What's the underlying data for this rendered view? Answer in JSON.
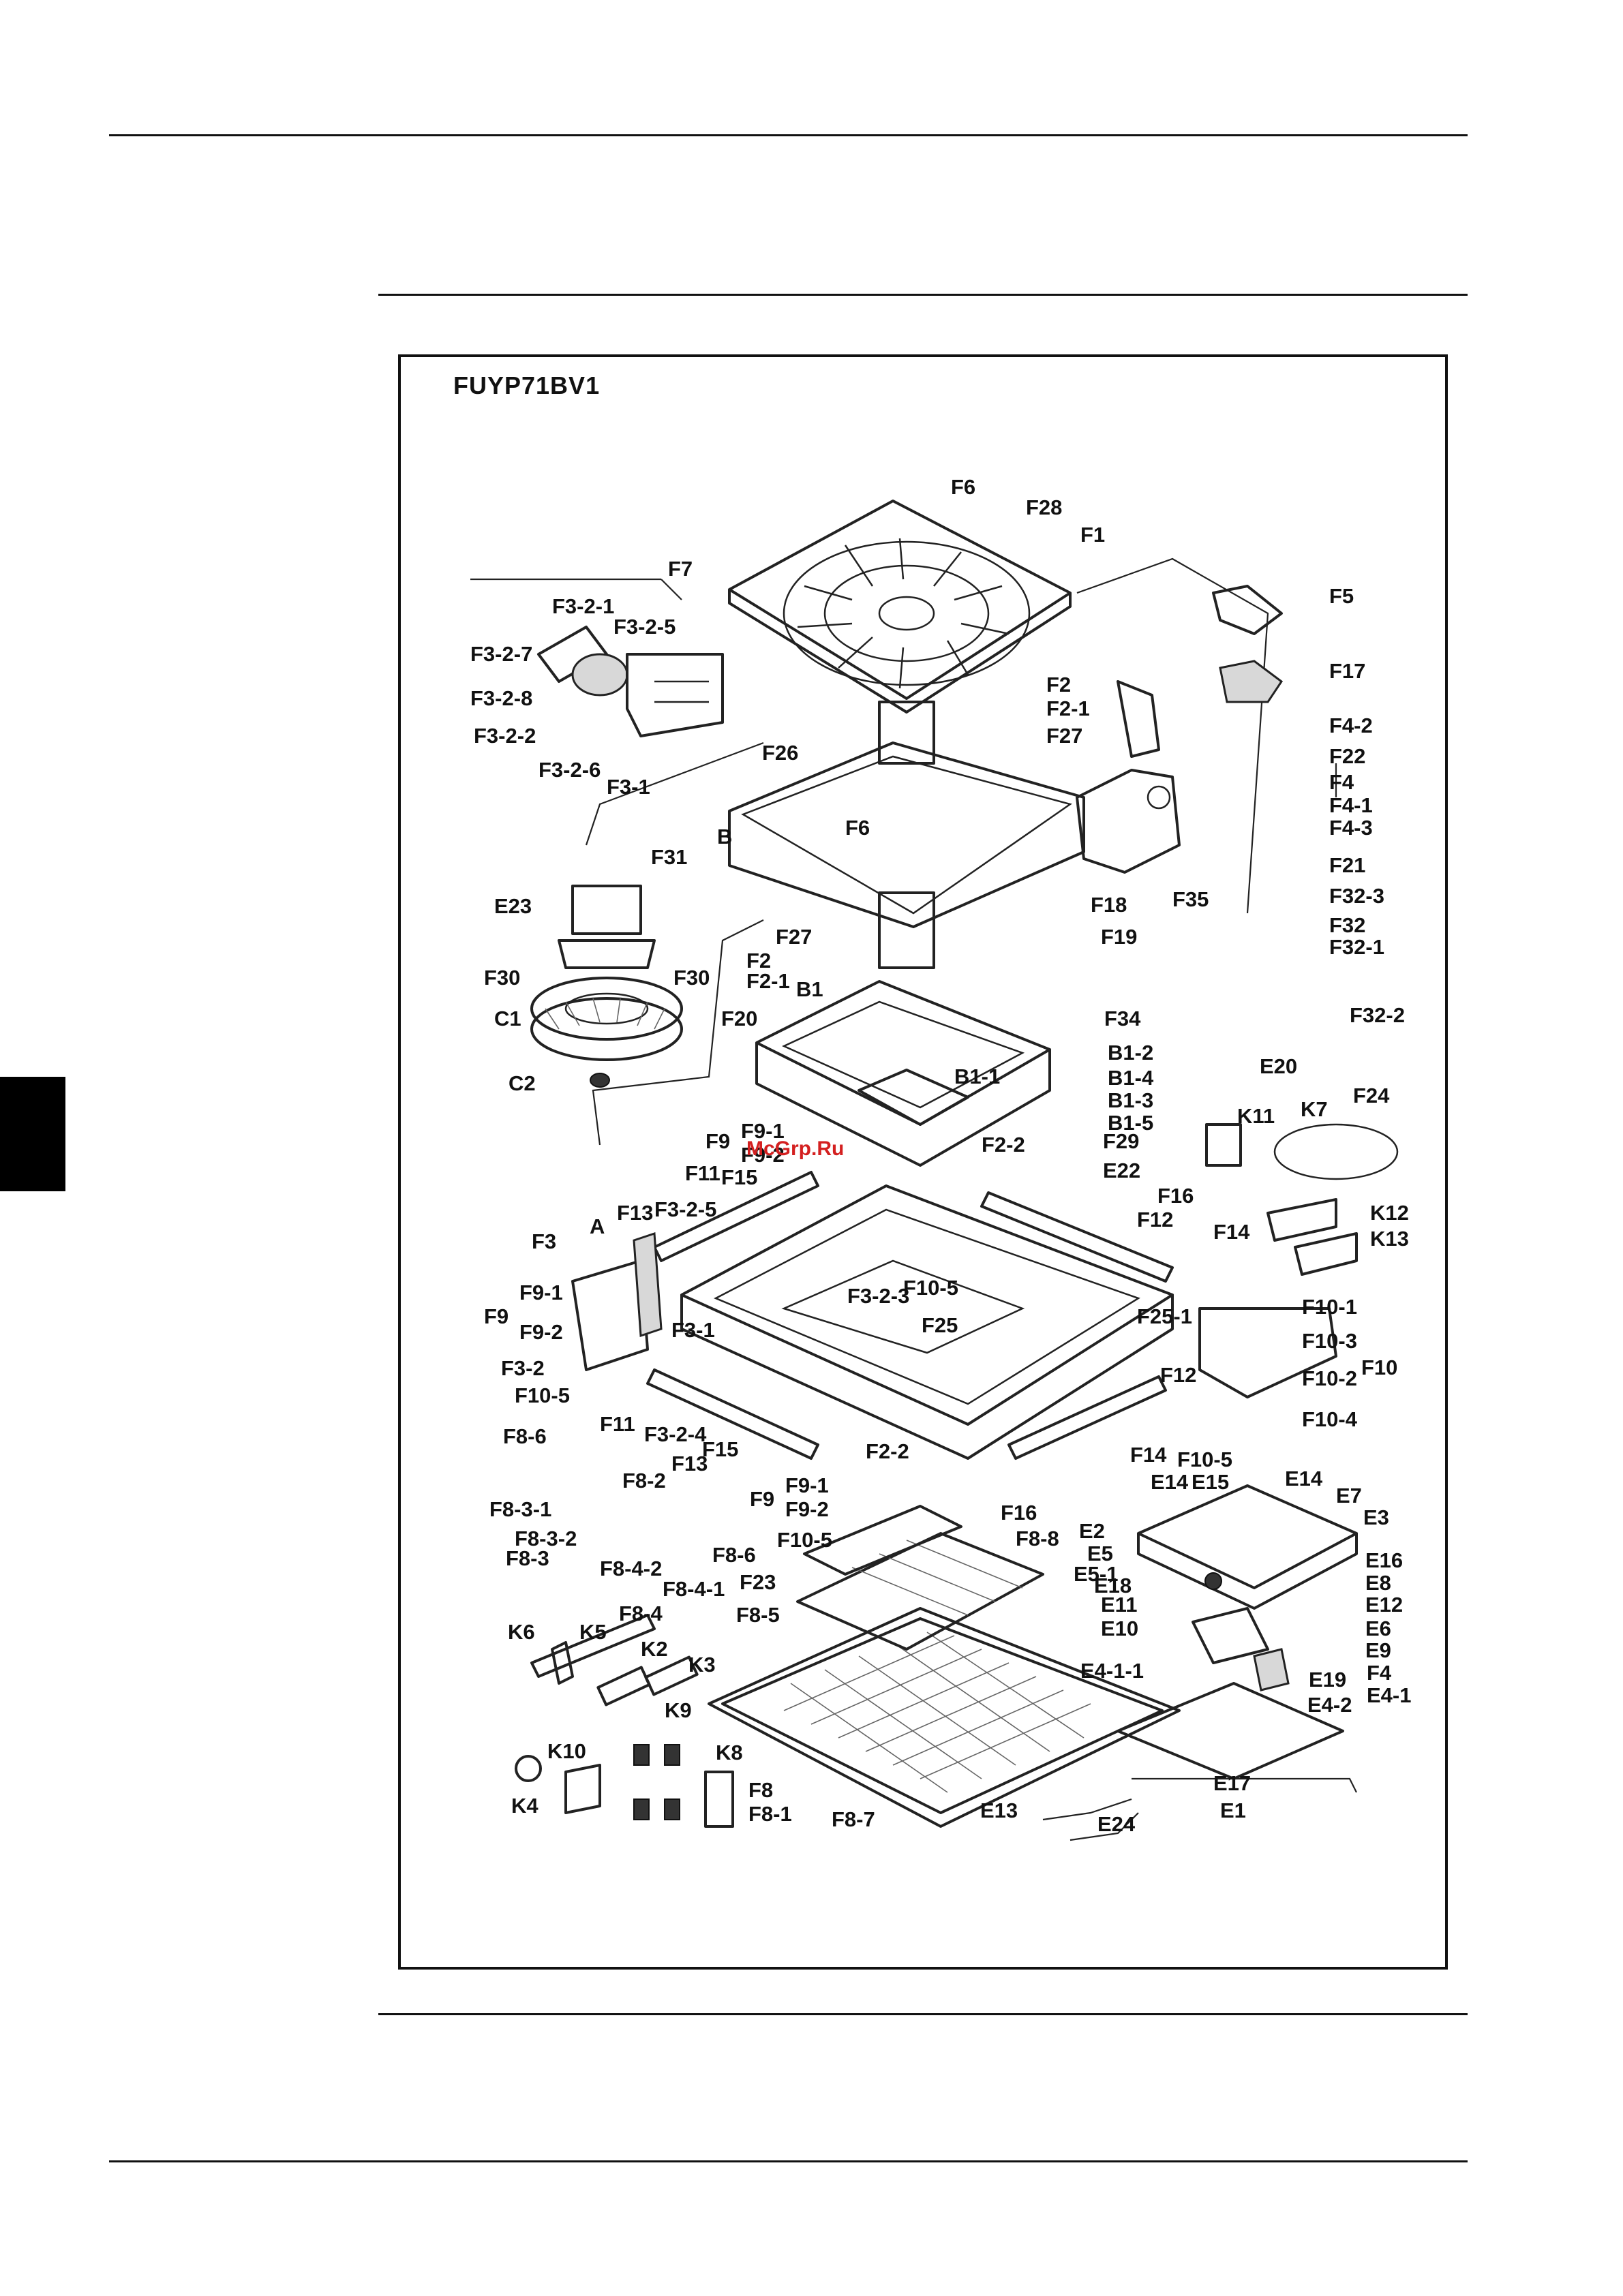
{
  "model_title": "FUYP71BV1",
  "watermark": "McGrp.Ru",
  "part_labels": [
    "F6",
    "F28",
    "F1",
    "F7",
    "F5",
    "F3-2-1",
    "F3-2-5",
    "F3-2-7",
    "F17",
    "F3-2-8",
    "F3-2-2",
    "F2",
    "F2-1",
    "F4-2",
    "F3-2-6",
    "F27",
    "F22",
    "F3-1",
    "F26",
    "F4",
    "F4-1",
    "F4-3",
    "B",
    "F6",
    "F31",
    "F21",
    "E23",
    "F35",
    "F32-3",
    "F27",
    "F18",
    "F19",
    "F32",
    "F32-1",
    "F2",
    "F2-1",
    "F30",
    "F30",
    "C1",
    "F34",
    "F32-2",
    "B1",
    "F20",
    "B1-2",
    "B1-4",
    "E20",
    "B1-1",
    "B1-3",
    "C2",
    "F24",
    "B1-5",
    "K7",
    "K11",
    "F9",
    "F9-1",
    "F9-2",
    "F29",
    "E22",
    "F11",
    "F15",
    "F16",
    "F2-2",
    "K12",
    "A",
    "F13",
    "F3-2-5",
    "F12",
    "F14",
    "K13",
    "F3",
    "F10-5",
    "F3-2-3",
    "F10-1",
    "F9",
    "F9-1",
    "F9-2",
    "F25",
    "F25-1",
    "F10-3",
    "F3-1",
    "F10",
    "F12",
    "F10-2",
    "F3-2",
    "F10-5",
    "F11",
    "F3-2-4",
    "F10-4",
    "F8-6",
    "F13",
    "F15",
    "F14",
    "F10-5",
    "F2-2",
    "E14",
    "F8-2",
    "F9",
    "F9-1",
    "F9-2",
    "E14",
    "E15",
    "E7",
    "F8-3-1",
    "F16",
    "E3",
    "F8-3-2",
    "E2",
    "F10-5",
    "F8-8",
    "E16",
    "F8-3",
    "F8-6",
    "E5",
    "F23",
    "E5-1",
    "E18",
    "E8",
    "F8-4-2",
    "F8-4-1",
    "E11",
    "E12",
    "F8-4",
    "F8-5",
    "E10",
    "E6",
    "K6",
    "K5",
    "E9",
    "K2",
    "K3",
    "E4-1-1",
    "F4",
    "E19",
    "E4-2",
    "E4-1",
    "K9",
    "K10",
    "K8",
    "E17",
    "F8",
    "K4",
    "F8-1",
    "F8-7",
    "E13",
    "E24",
    "E1"
  ]
}
